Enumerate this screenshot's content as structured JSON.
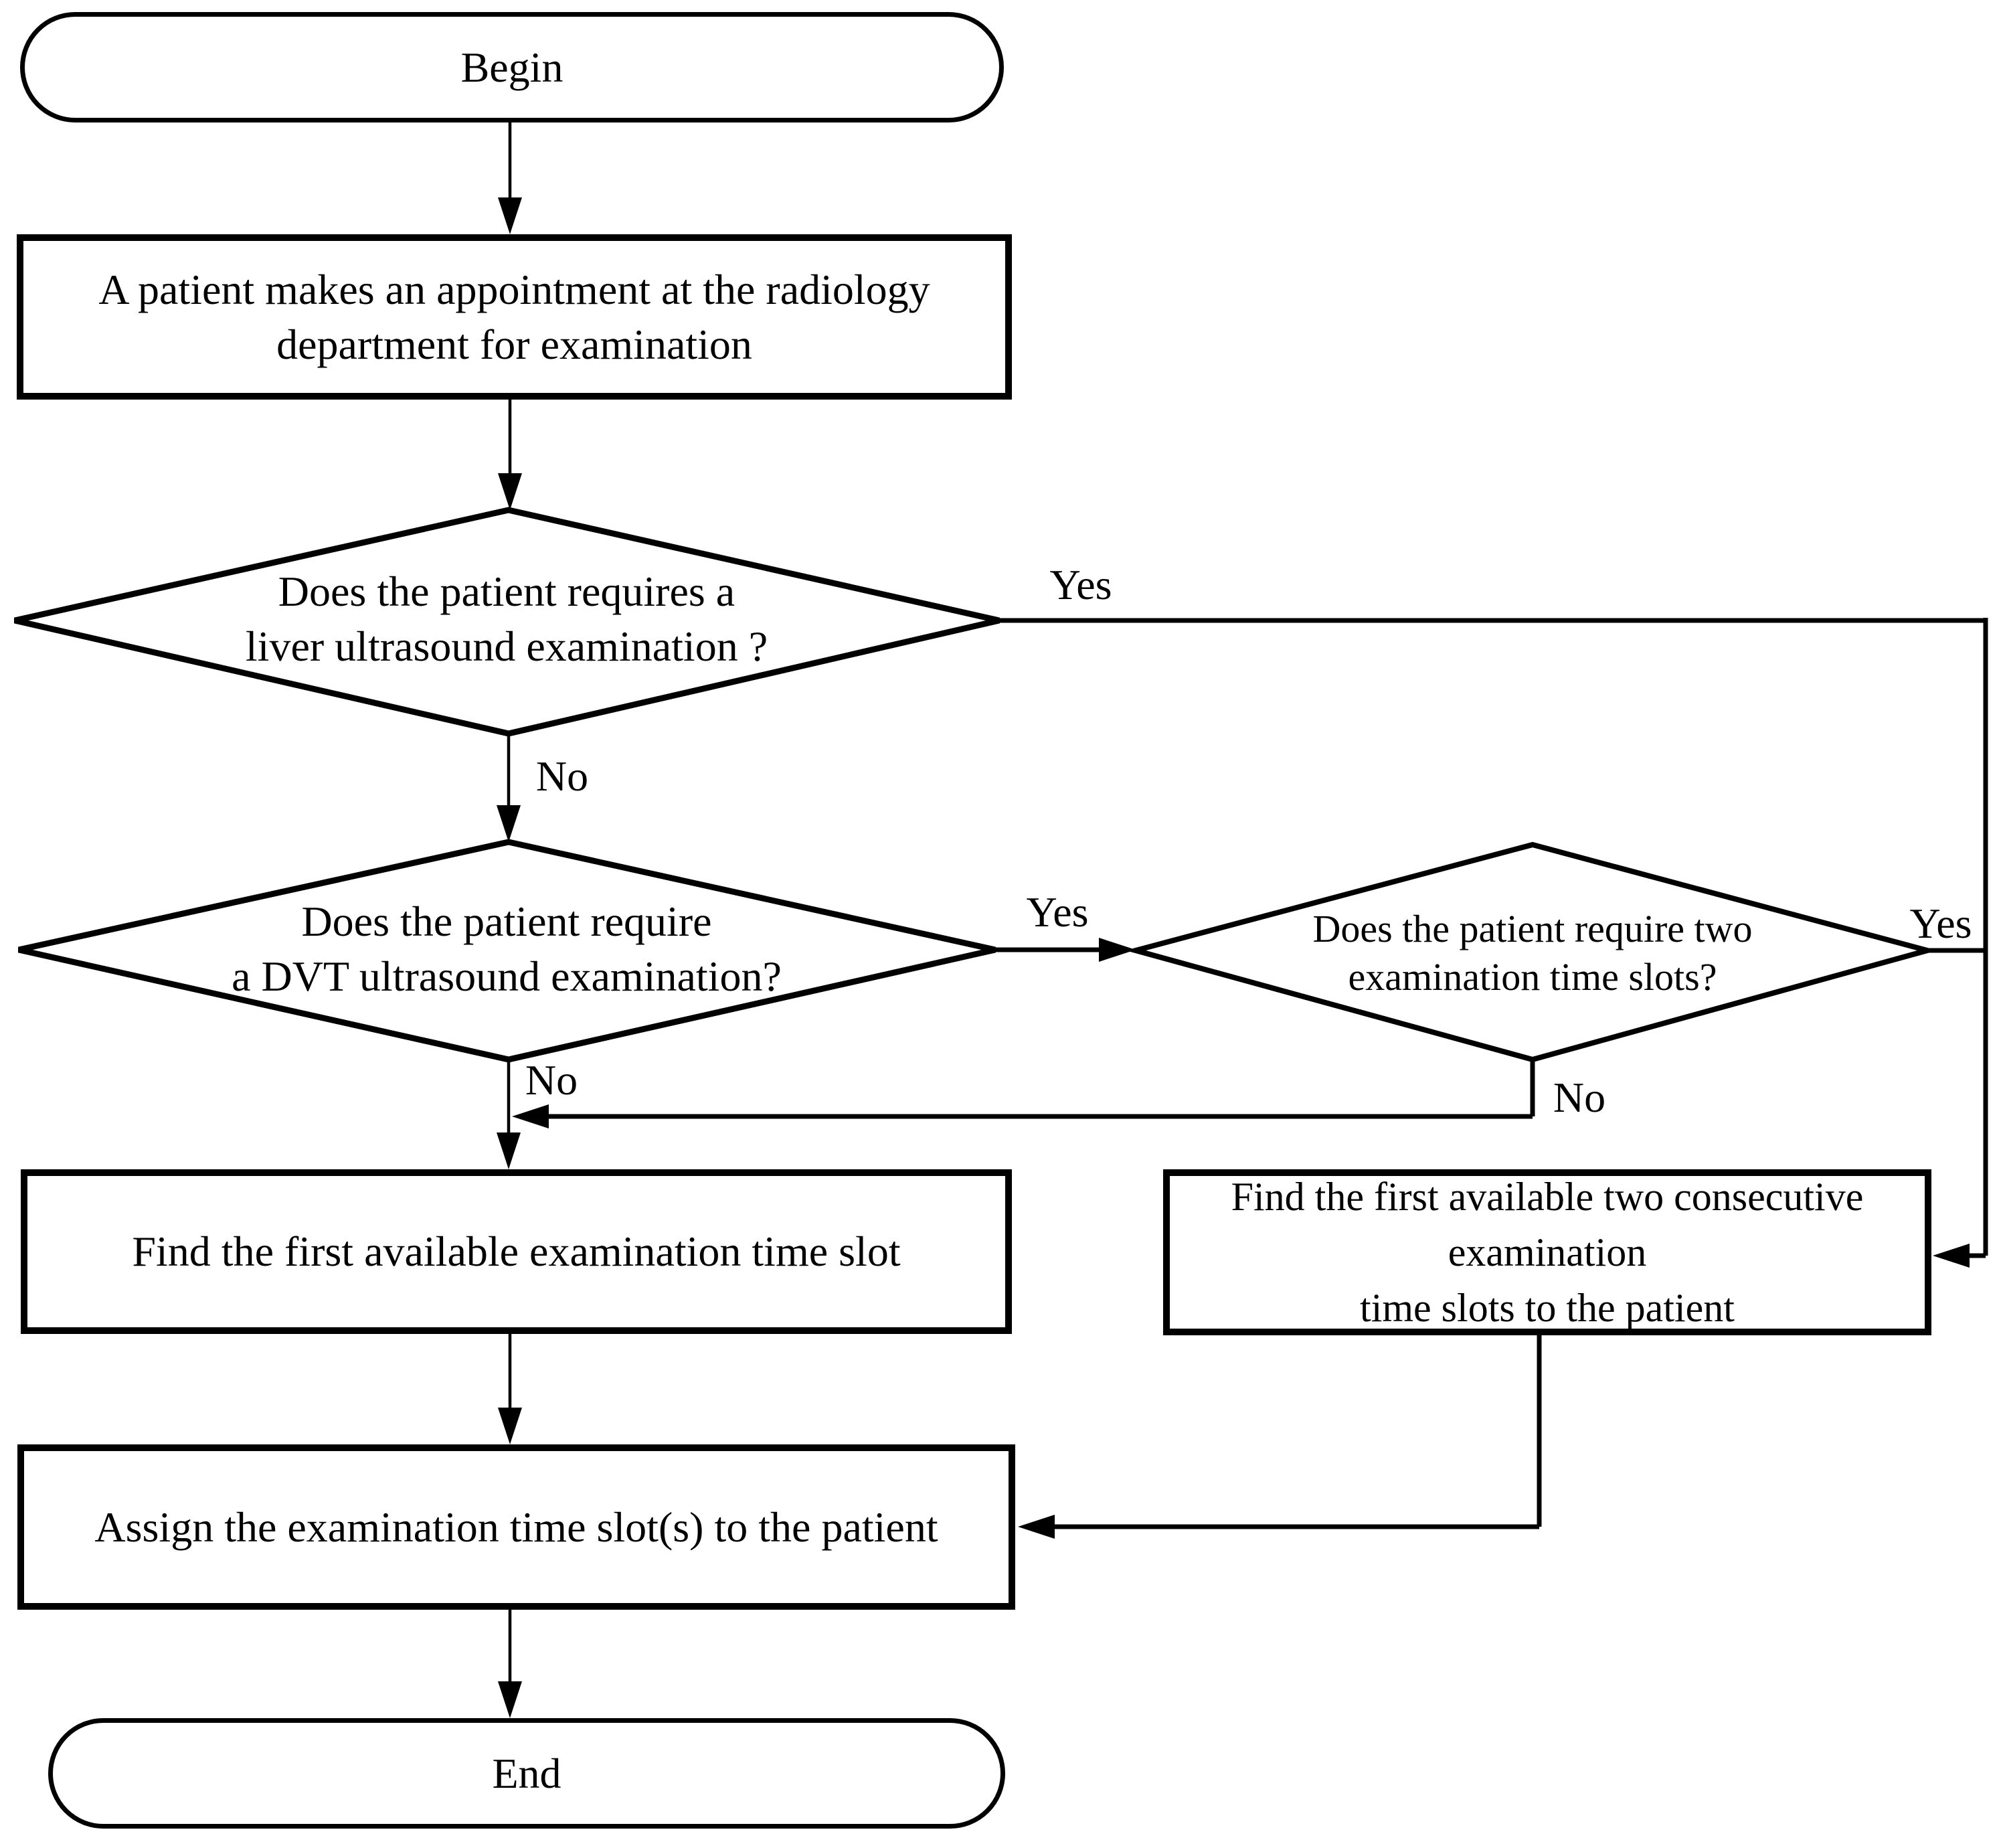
{
  "meta": {
    "background_color": "#ffffff",
    "ink_color": "#000000",
    "diagram_type": "flowchart"
  },
  "flowchart": {
    "nodes": {
      "begin": {
        "label": "Begin"
      },
      "appointment": {
        "lines": [
          "A patient makes an appointment at the radiology",
          "department for examination"
        ]
      },
      "liver_decision": {
        "lines": [
          "Does the patient requires a",
          "liver ultrasound examination ?"
        ]
      },
      "dvt_decision": {
        "lines": [
          "Does the patient require",
          "a DVT ultrasound examination?"
        ]
      },
      "two_slots_decision": {
        "lines": [
          "Does the patient require two",
          "examination time slots?"
        ]
      },
      "find_single_slot": {
        "label": "Find the first available examination time slot"
      },
      "find_two_slots": {
        "lines": [
          "Find the first available two consecutive",
          "examination",
          "time slots to the patient"
        ]
      },
      "assign_slots": {
        "label": "Assign the examination time slot(s) to the patient"
      },
      "end": {
        "label": "End"
      }
    },
    "edge_labels": {
      "liver_yes": "Yes",
      "liver_no": "No",
      "dvt_yes": "Yes",
      "dvt_no": "No",
      "two_slots_yes": "Yes",
      "two_slots_no": "No"
    }
  }
}
